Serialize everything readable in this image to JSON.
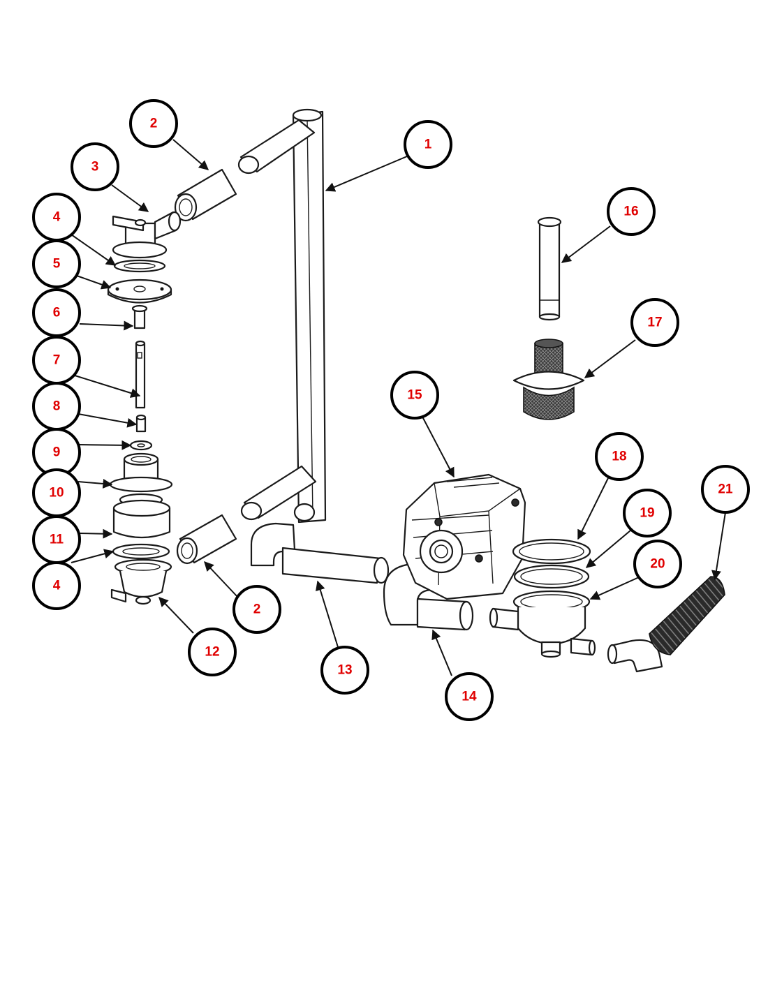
{
  "colors": {
    "label": "#e00000",
    "stroke": "#000000",
    "background": "#ffffff"
  },
  "callouts": [
    {
      "id": "c1",
      "label": "1"
    },
    {
      "id": "c2a",
      "label": "2"
    },
    {
      "id": "c2b",
      "label": "2"
    },
    {
      "id": "c3",
      "label": "3"
    },
    {
      "id": "c4a",
      "label": "4"
    },
    {
      "id": "c4b",
      "label": "4"
    },
    {
      "id": "c5",
      "label": "5"
    },
    {
      "id": "c6",
      "label": "6"
    },
    {
      "id": "c7",
      "label": "7"
    },
    {
      "id": "c8",
      "label": "8"
    },
    {
      "id": "c9",
      "label": "9"
    },
    {
      "id": "c10",
      "label": "10"
    },
    {
      "id": "c11",
      "label": "11"
    },
    {
      "id": "c12",
      "label": "12"
    },
    {
      "id": "c13",
      "label": "13"
    },
    {
      "id": "c14",
      "label": "14"
    },
    {
      "id": "c15",
      "label": "15"
    },
    {
      "id": "c16",
      "label": "16"
    },
    {
      "id": "c17",
      "label": "17"
    },
    {
      "id": "c18",
      "label": "18"
    },
    {
      "id": "c19",
      "label": "19"
    },
    {
      "id": "c20",
      "label": "20"
    },
    {
      "id": "c21",
      "label": "21"
    }
  ]
}
